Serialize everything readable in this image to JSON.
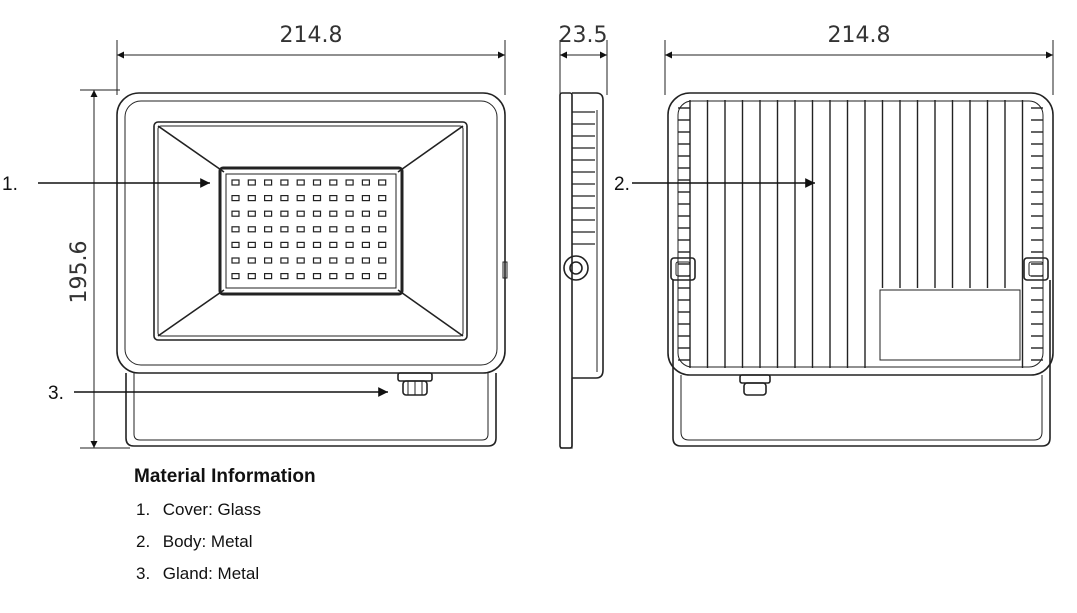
{
  "dimensions": {
    "front_width": "214.8",
    "front_height": "195.6",
    "side_depth": "23.5",
    "back_width": "214.8"
  },
  "callouts": {
    "c1": "1.",
    "c2": "2.",
    "c3": "3."
  },
  "materials": {
    "title": "Material Information",
    "items": [
      {
        "num": "1.",
        "text": "Cover: Glass"
      },
      {
        "num": "2.",
        "text": "Body: Metal"
      },
      {
        "num": "3.",
        "text": "Gland: Metal"
      }
    ]
  }
}
